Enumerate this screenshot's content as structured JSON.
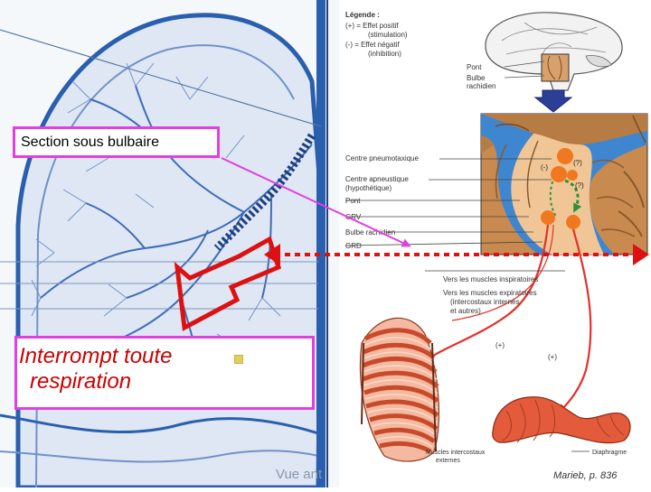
{
  "callouts": {
    "section": "Section sous bulbaire",
    "interrupt_line1": "Interrompt toute",
    "interrupt_line2": "respiration"
  },
  "legend": {
    "title": "Légende :",
    "pos_label": "(+) = Effet positif",
    "pos_sub": "(stimulation)",
    "neg_label": "(-) = Effet négatif",
    "neg_sub": "(inhibition)"
  },
  "brain_labels": {
    "pont": "Pont",
    "bulbe1": "Bulbe",
    "bulbe2": "rachidien"
  },
  "brainstem_labels": {
    "pneumo": "Centre pneumotaxique",
    "apneu1": "Centre apneustique",
    "apneu2": "(hypothétique)",
    "pont": "Pont",
    "grv": "GRV",
    "bulbe": "Bulbe rachidien",
    "grd": "GRD"
  },
  "markers": {
    "minus": "(-)",
    "q1": "(?)",
    "q2": "(?)"
  },
  "muscles": {
    "insp": "Vers les muscles inspiratoires",
    "exp1": "Vers les muscles expiratoires",
    "exp2": "(intercostaux internes",
    "exp3": "et autres)",
    "plus1": "(+)",
    "plus2": "(+)",
    "intercost1": "Muscles intercostaux",
    "intercost2": "externes",
    "diaphragm": "Diaphragme"
  },
  "captions": {
    "lung_view": "Vue ant",
    "citation": "Marieb, p. 836"
  },
  "colors": {
    "lung_blue": "#2a5fae",
    "callout_border": "#e040e0",
    "dashed_red": "#dd1111",
    "brainstem_tan": "#c98a4f",
    "brainstem_blue": "#3f86d0",
    "nerve_red": "#e4302a",
    "center_orange": "#f0781e",
    "green_arrow": "#2e8f3d"
  }
}
